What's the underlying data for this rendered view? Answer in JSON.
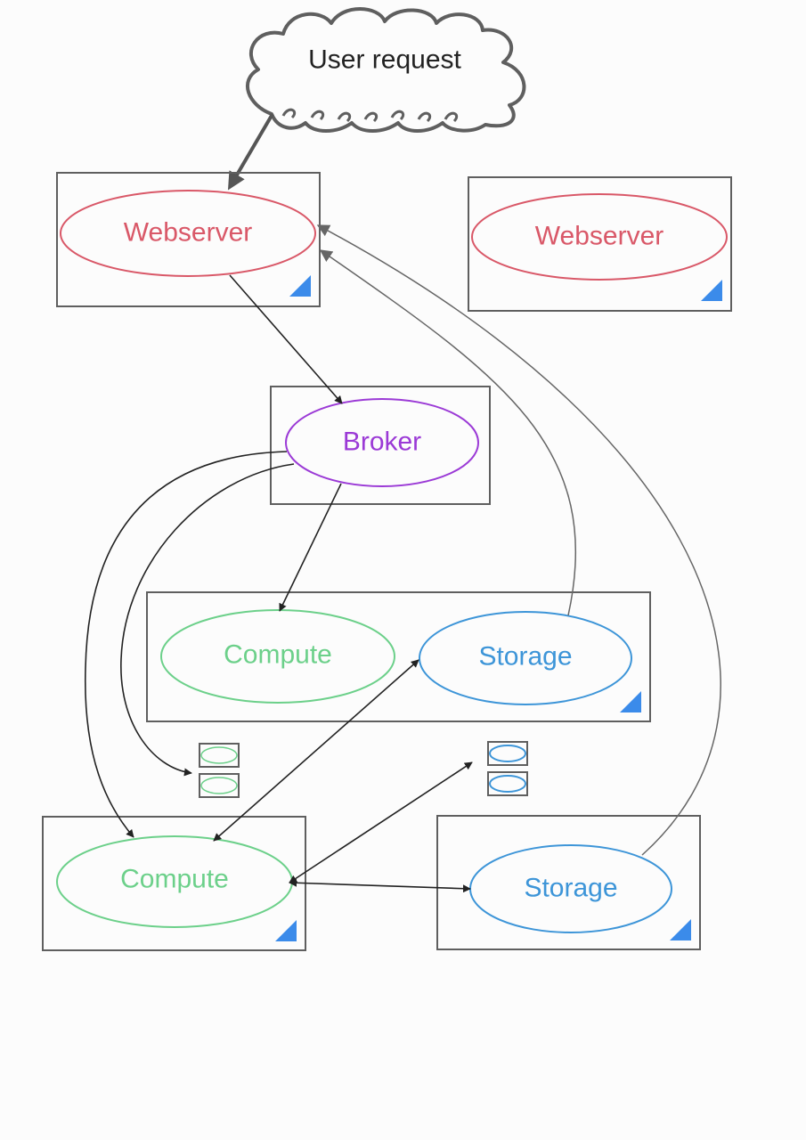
{
  "colors": {
    "webserver": "#d95868",
    "broker": "#9b3ad6",
    "compute": "#6cd08a",
    "storage": "#3d95d8",
    "box": "#5f5f5f",
    "corner": "#3b8bea"
  },
  "cloud": {
    "label": "User request"
  },
  "nodes": {
    "webserver_1": {
      "label": "Webserver"
    },
    "webserver_2": {
      "label": "Webserver"
    },
    "broker": {
      "label": "Broker"
    },
    "compute_1": {
      "label": "Compute"
    },
    "storage_1": {
      "label": "Storage"
    },
    "compute_2": {
      "label": "Compute"
    },
    "storage_2": {
      "label": "Storage"
    }
  }
}
